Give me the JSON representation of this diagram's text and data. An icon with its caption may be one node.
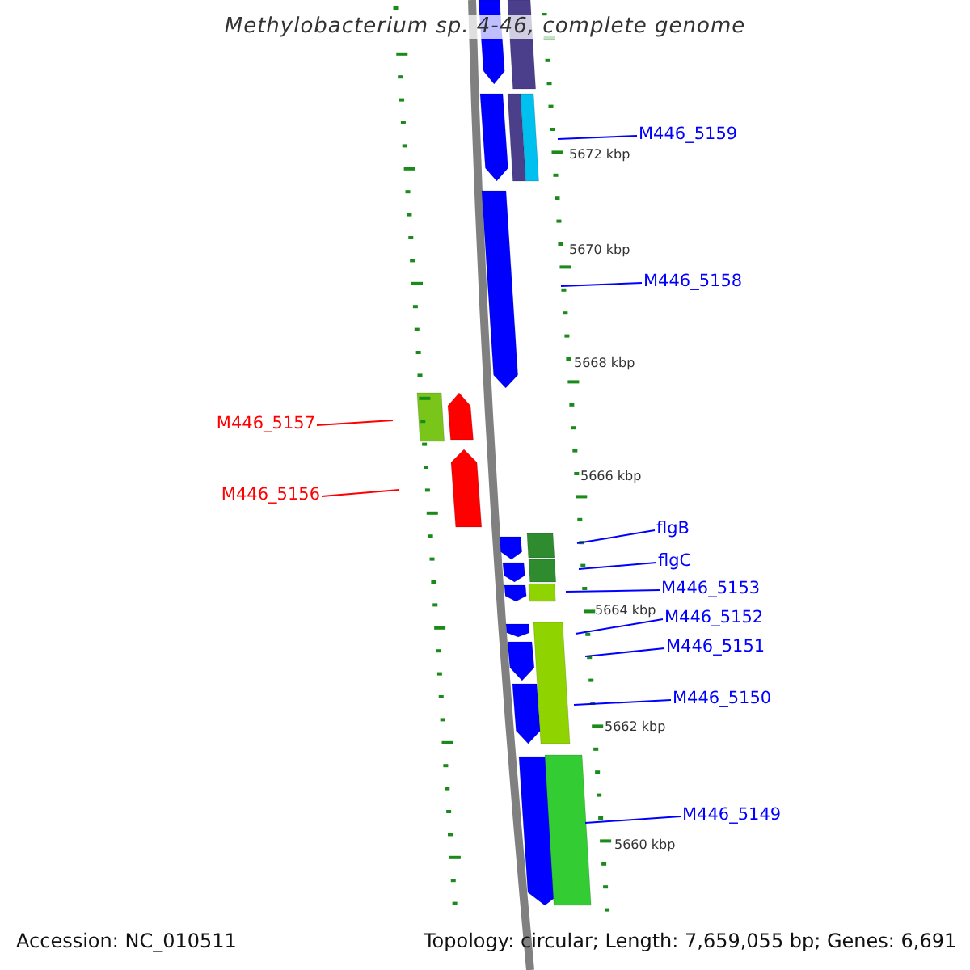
{
  "diagram": {
    "title": "Methylobacterium sp. 4-46, complete genome",
    "nodes": [
      {
        "text": [
          "M446_5159"
        ]
      },
      {
        "text": [
          "M446_5158"
        ]
      },
      {
        "text": [
          "M446_5157"
        ]
      },
      {
        "text": [
          "M446_5156"
        ]
      },
      {
        "text": [
          "flgB"
        ]
      },
      {
        "text": [
          "flgC"
        ]
      },
      {
        "text": [
          "M446_5153"
        ]
      },
      {
        "text": [
          "M446_5152"
        ]
      },
      {
        "text": [
          "M446_5151"
        ]
      },
      {
        "text": [
          "M446_5150"
        ]
      },
      {
        "text": [
          "M446_5149"
        ]
      }
    ],
    "edges": [
      {
        "from": 0,
        "to": null,
        "arrow": "none"
      },
      {
        "from": 1,
        "to": null,
        "arrow": "none"
      },
      {
        "from": 2,
        "to": null,
        "arrow": "none",
        "color": "#ff0000"
      },
      {
        "from": 3,
        "to": null,
        "arrow": "none",
        "color": "#ff0000"
      },
      {
        "from": 4,
        "to": null,
        "arrow": "none"
      },
      {
        "from": 5,
        "to": null,
        "arrow": "none"
      },
      {
        "from": 6,
        "to": null,
        "arrow": "none"
      },
      {
        "from": 7,
        "to": null,
        "arrow": "none"
      },
      {
        "from": 8,
        "to": null,
        "arrow": "none"
      },
      {
        "from": 9,
        "to": null,
        "arrow": "none"
      },
      {
        "from": 10,
        "to": null,
        "arrow": "none"
      }
    ],
    "labels": [
      "5672 kbp",
      "5670 kbp",
      "5668 kbp",
      "5666 kbp",
      "5664 kbp",
      "5662 kbp",
      "5660 kbp",
      "Accession: NC_010511",
      "Topology: circular; Length: 7,659,055 bp; Genes: 6,691"
    ]
  }
}
